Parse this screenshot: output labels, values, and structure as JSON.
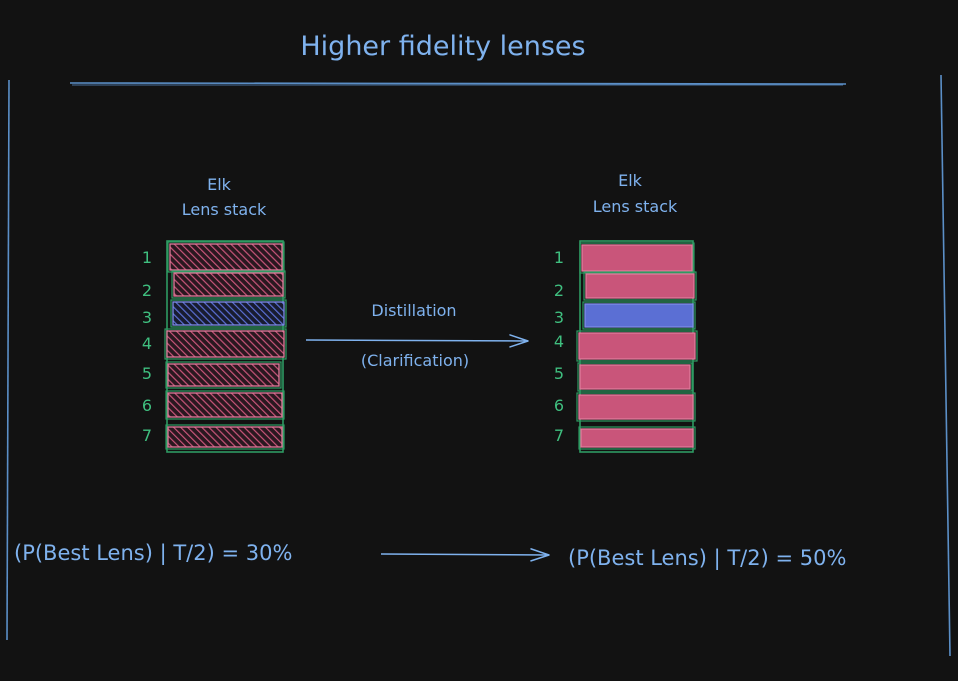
{
  "title": "Higher fidelity lenses",
  "colors": {
    "background": "#121212",
    "frame": "#5b8fc7",
    "text": "#7fb2ee",
    "number": "#3fbf7f",
    "stack_border": "#2e9a62",
    "lens_red": "#c9557a",
    "lens_red_outline": "#e07c9c",
    "lens_blue": "#5b6fd4",
    "lens_blue_outline": "#7d8ee8",
    "arrow": "#7fb2ee"
  },
  "left_stack": {
    "title_line1": "Elk",
    "title_line2": "Lens stack",
    "style": "hatched",
    "layers": [
      {
        "number": "1",
        "color": "red"
      },
      {
        "number": "2",
        "color": "red"
      },
      {
        "number": "3",
        "color": "blue"
      },
      {
        "number": "4",
        "color": "red"
      },
      {
        "number": "5",
        "color": "red"
      },
      {
        "number": "6",
        "color": "red"
      },
      {
        "number": "7",
        "color": "red"
      }
    ]
  },
  "right_stack": {
    "title_line1": "Elk",
    "title_line2": "Lens stack",
    "style": "solid",
    "layers": [
      {
        "number": "1",
        "color": "red"
      },
      {
        "number": "2",
        "color": "red"
      },
      {
        "number": "3",
        "color": "blue"
      },
      {
        "number": "4",
        "color": "red"
      },
      {
        "number": "5",
        "color": "red"
      },
      {
        "number": "6",
        "color": "red"
      },
      {
        "number": "7",
        "color": "red"
      }
    ]
  },
  "middle_arrow": {
    "label_top": "Distillation",
    "label_bottom": "(Clarification)"
  },
  "bottom": {
    "left_formula": "(P(Best Lens) | T/2) = 30%",
    "right_formula": "(P(Best Lens) | T/2) = 50%"
  }
}
